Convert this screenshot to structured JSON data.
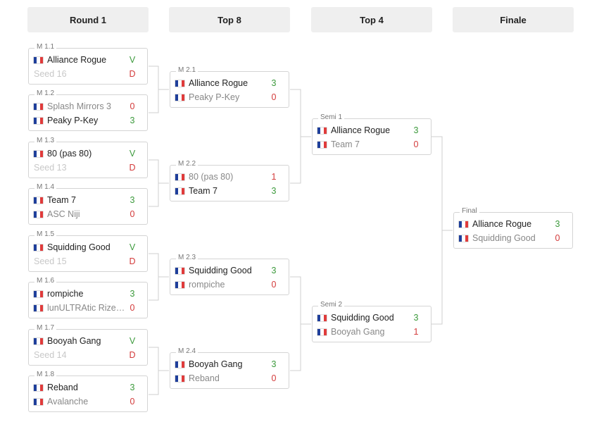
{
  "rounds": [
    "Round 1",
    "Top 8",
    "Top 4",
    "Finale"
  ],
  "matches": [
    {
      "id": "m1-1",
      "label": "M 1.1",
      "teams": [
        {
          "name": "Alliance Rogue",
          "score": "V",
          "win": true
        },
        {
          "name": "Seed 16",
          "score": "D",
          "win": false,
          "seed": true
        }
      ]
    },
    {
      "id": "m1-2",
      "label": "M 1.2",
      "teams": [
        {
          "name": "Splash Mirrors 3",
          "score": "0",
          "win": false
        },
        {
          "name": "Peaky P-Key",
          "score": "3",
          "win": true
        }
      ]
    },
    {
      "id": "m1-3",
      "label": "M 1.3",
      "teams": [
        {
          "name": "80 (pas 80)",
          "score": "V",
          "win": true
        },
        {
          "name": "Seed 13",
          "score": "D",
          "win": false,
          "seed": true
        }
      ]
    },
    {
      "id": "m1-4",
      "label": "M 1.4",
      "teams": [
        {
          "name": "Team 7",
          "score": "3",
          "win": true
        },
        {
          "name": "ASC Niji",
          "score": "0",
          "win": false
        }
      ]
    },
    {
      "id": "m1-5",
      "label": "M 1.5",
      "teams": [
        {
          "name": "Squidding Good",
          "score": "V",
          "win": true
        },
        {
          "name": "Seed 15",
          "score": "D",
          "win": false,
          "seed": true
        }
      ]
    },
    {
      "id": "m1-6",
      "label": "M 1.6",
      "teams": [
        {
          "name": "rompiche",
          "score": "3",
          "win": true
        },
        {
          "name": "lunULTRAtic Rize…",
          "score": "0",
          "win": false
        }
      ]
    },
    {
      "id": "m1-7",
      "label": "M 1.7",
      "teams": [
        {
          "name": "Booyah Gang",
          "score": "V",
          "win": true
        },
        {
          "name": "Seed 14",
          "score": "D",
          "win": false,
          "seed": true
        }
      ]
    },
    {
      "id": "m1-8",
      "label": "M 1.8",
      "teams": [
        {
          "name": "Reband",
          "score": "3",
          "win": true
        },
        {
          "name": "Avalanche",
          "score": "0",
          "win": false
        }
      ]
    },
    {
      "id": "m2-1",
      "label": "M 2.1",
      "teams": [
        {
          "name": "Alliance Rogue",
          "score": "3",
          "win": true
        },
        {
          "name": "Peaky P-Key",
          "score": "0",
          "win": false
        }
      ]
    },
    {
      "id": "m2-2",
      "label": "M 2.2",
      "teams": [
        {
          "name": "80 (pas 80)",
          "score": "1",
          "win": false
        },
        {
          "name": "Team 7",
          "score": "3",
          "win": true
        }
      ]
    },
    {
      "id": "m2-3",
      "label": "M 2.3",
      "teams": [
        {
          "name": "Squidding Good",
          "score": "3",
          "win": true
        },
        {
          "name": "rompiche",
          "score": "0",
          "win": false
        }
      ]
    },
    {
      "id": "m2-4",
      "label": "M 2.4",
      "teams": [
        {
          "name": "Booyah Gang",
          "score": "3",
          "win": true
        },
        {
          "name": "Reband",
          "score": "0",
          "win": false
        }
      ]
    },
    {
      "id": "semi-1",
      "label": "Semi 1",
      "teams": [
        {
          "name": "Alliance Rogue",
          "score": "3",
          "win": true
        },
        {
          "name": "Team 7",
          "score": "0",
          "win": false
        }
      ]
    },
    {
      "id": "semi-2",
      "label": "Semi 2",
      "teams": [
        {
          "name": "Squidding Good",
          "score": "3",
          "win": true
        },
        {
          "name": "Booyah Gang",
          "score": "1",
          "win": false
        }
      ]
    },
    {
      "id": "final",
      "label": "Final",
      "teams": [
        {
          "name": "Alliance Rogue",
          "score": "3",
          "win": true
        },
        {
          "name": "Squidding Good",
          "score": "0",
          "win": false
        }
      ]
    }
  ],
  "colors": {
    "win_score": "#3c9a3c",
    "lose_score": "#d33a3a",
    "header_bg": "#efefef",
    "border": "#d4d4d4"
  },
  "flag_icon": "france-flag-icon"
}
